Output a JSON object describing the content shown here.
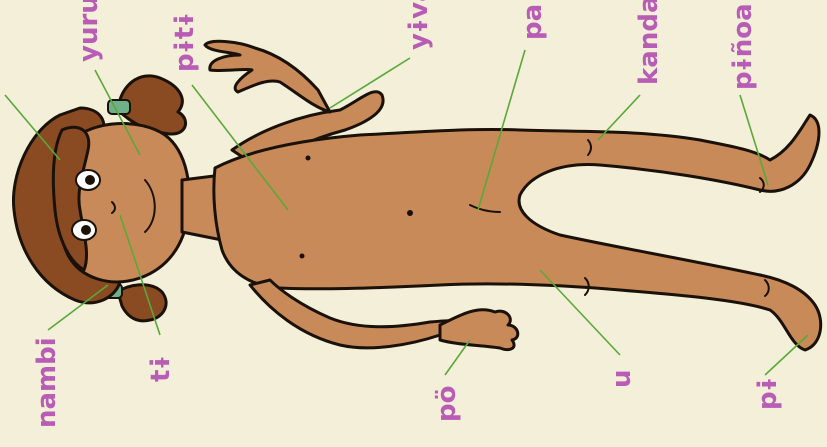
{
  "labels": {
    "yuru": "yuru",
    "pitti": "pɨtɨ",
    "yiva": "yɨva",
    "pa": "pa",
    "kanda": "kanda",
    "pinoa": "pɨñoa",
    "nambi": "nambi",
    "ti": "tɨ",
    "po": "pö",
    "u": "u",
    "pi": "pɨ"
  },
  "colors": {
    "background": "#f3efd8",
    "label": "#b85cb5",
    "leader": "#5aa83a",
    "skin": "#c98a5a",
    "hair": "#8a4a22"
  }
}
